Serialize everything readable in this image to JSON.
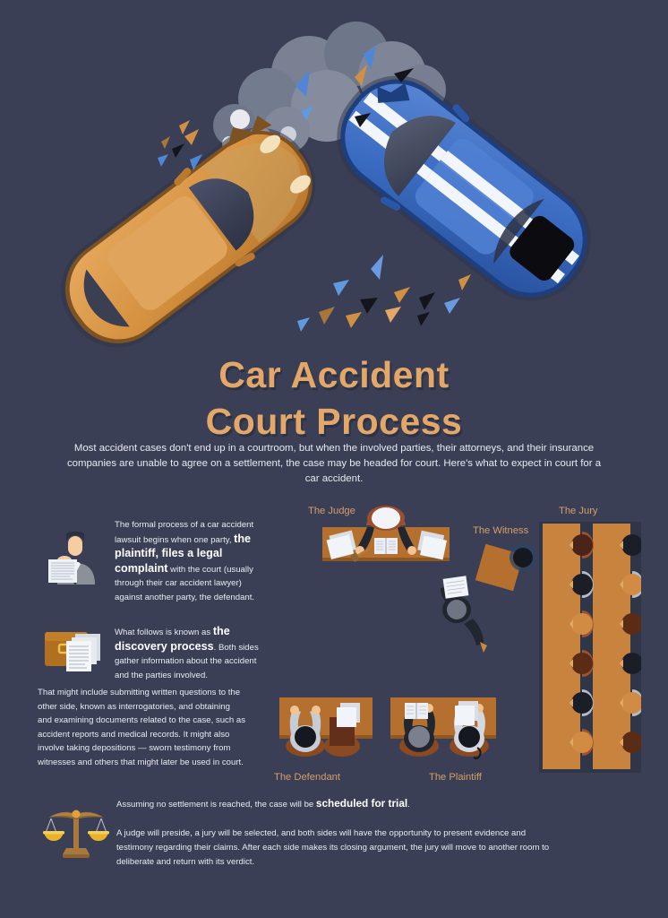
{
  "theme": {
    "background": "#3a3f56",
    "title_color": "#e3a869",
    "body_text_color": "#e9ebf0",
    "label_color": "#d79e68",
    "car_left_color": "#d99a4e",
    "car_right_color": "#3b6fc4",
    "desk_color": "#b5702f",
    "jury_box_color": "#c8833f"
  },
  "hero": {
    "name": "car-crash-illustration",
    "alt": "Two cars colliding - an orange car and a blue car with white racing stripes, with smoke and debris"
  },
  "title": {
    "line1": "Car Accident",
    "line2": "Court Process"
  },
  "intro": {
    "text": "Most accident cases don't end up in a courtroom, but when the involved parties, their attorneys, and their insurance companies are unable to agree on a settlement, the case may be headed for court. Here's what to expect in court for a car accident."
  },
  "steps": [
    {
      "icon": "lawyer-with-document-icon",
      "text_before": "The formal process of a car accident lawsuit begins when one party, ",
      "highlight": "the plaintiff, files a legal complaint",
      "text_after": " with the court (usually through their car accident lawyer) against another party, the defendant."
    },
    {
      "icon": "briefcase-with-documents-icon",
      "text_before": "What follows is known as ",
      "highlight": "the discovery process",
      "text_after": ". Both sides gather information about the accident and the parties involved.",
      "paragraph2": "That might include submitting written questions to the other side, known as interrogatories, and obtaining and examining documents related to the case, such as accident reports and medical records. It might also involve taking depositions — sworn testimony from witnesses and others that might later be used in court."
    },
    {
      "icon": "scales-of-justice-icon",
      "text_before": "Assuming no settlement is reached, the case will be ",
      "highlight": "scheduled for trial",
      "text_after": ".",
      "paragraph2": "A judge will preside, a jury will be selected, and both sides will have the opportunity to present evidence and testimony regarding their claims. After each side makes its closing argument, the jury will move to another room to deliberate and return with its verdict."
    }
  ],
  "courtroom": {
    "labels": {
      "judge": "The Judge",
      "witness": "The Witness",
      "jury": "The Jury",
      "defendant": "The Defendant",
      "plaintiff": "The Plaintiff"
    }
  }
}
